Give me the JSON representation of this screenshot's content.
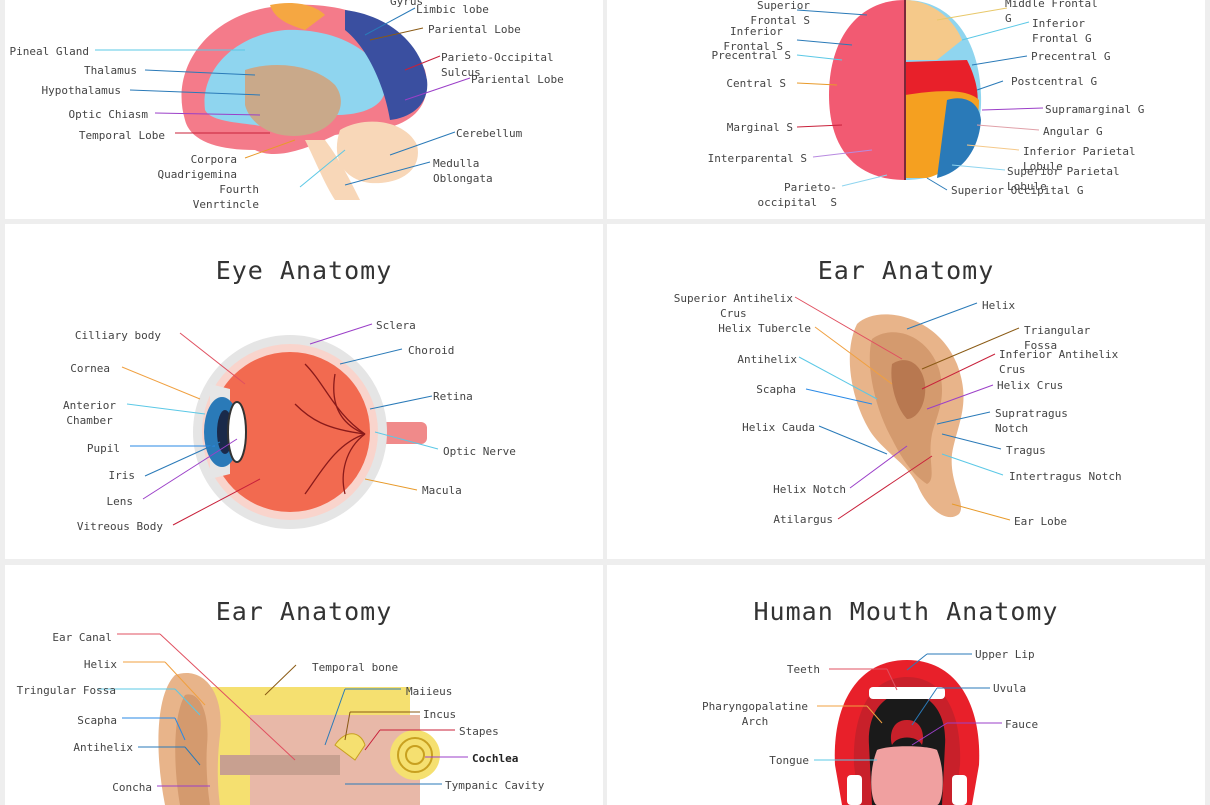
{
  "brain_sagittal": {
    "labels": {
      "gyrus": "Gyrus",
      "limbic_lobe": "Limbic lobe",
      "pariental_lobe_1": "Pariental Lobe",
      "parieto_occipital": "Parieto-Occipital\nSulcus",
      "pariental_lobe_2": "Pariental Lobe",
      "cerebellum": "Cerebellum",
      "medulla": "Medulla\nOblongata",
      "pineal": "Pineal Gland",
      "thalamus": "Thalamus",
      "hypothalamus": "Hypothalamus",
      "optic_chiasm": "Optic Chiasm",
      "temporal_lobe": "Temporal Lobe",
      "corpora": "Corpora\nQuadrigemina",
      "fourth": "Fourth\nVenrtincle"
    }
  },
  "brain_top": {
    "labels": {
      "superior_frontal": "Superior\nFrontal S",
      "inferior_frontal_s": "Inferior\nFrontal S",
      "precentral_s": "Precentral S",
      "central_s": "Central S",
      "marginal_s": "Marginal S",
      "interparental_s": "Interparental S",
      "parieto_occipital_s": "Parieto-\noccipital  S",
      "middle_frontal": "Middle Frontal\nG",
      "inferior_frontal_g": "Inferior\nFrontal G",
      "precentral_g": "Precentral G",
      "postcentral_g": "Postcentral G",
      "supramarginal_g": "Supramarginal G",
      "angular_g": "Angular G",
      "inferior_parietal": "Inferior Parietal\nLobule",
      "superior_parietal": "Superior Parietal\nLobule",
      "superior_occipital": "Superior Occipital G"
    }
  },
  "eye": {
    "title": "Eye Anatomy",
    "labels": {
      "cilliary": "Cilliary body",
      "cornea": "Cornea",
      "anterior": "Anterior\nChamber",
      "pupil": "Pupil",
      "iris": "Iris",
      "lens": "Lens",
      "vitreous": "Vitreous Body",
      "sclera": "Sclera",
      "choroid": "Choroid",
      "retina": "Retina",
      "optic_nerve": "Optic Nerve",
      "macula": "Macula"
    }
  },
  "ear_outer": {
    "title": "Ear Anatomy",
    "labels": {
      "superior_antihelix": "Superior Antihelix\nCrus",
      "helix_tubercle": "Helix Tubercle",
      "antihelix": "Antihelix",
      "scapha": "Scapha",
      "helix_cauda": "Helix Cauda",
      "helix_notch": "Helix Notch",
      "atilargus": "Atilargus",
      "helix": "Helix",
      "triangular_fossa": "Triangular\nFossa",
      "inferior_antihelix": "Inferior Antihelix\nCrus",
      "helix_crus": "Helix Crus",
      "supratragus": "Supratragus\nNotch",
      "tragus": "Tragus",
      "intertragus": "Intertragus Notch",
      "ear_lobe": "Ear Lobe"
    }
  },
  "ear_inner": {
    "title": "Ear Anatomy",
    "labels": {
      "ear_canal": "Ear Canal",
      "helix": "Helix",
      "tringular_fossa": "Tringular Fossa",
      "scapha": "Scapha",
      "antihelix": "Antihelix",
      "concha": "Concha",
      "temporal_bone": "Temporal bone",
      "malleus": "Maiieus",
      "incus": "Incus",
      "stapes": "Stapes",
      "cochlea": "Cochlea",
      "tympanic": "Tympanic Cavity"
    }
  },
  "mouth": {
    "title": "Human Mouth Anatomy",
    "labels": {
      "teeth": "Teeth",
      "pharyngopalatine": "Pharyngopalatine\nArch",
      "tongue": "Tongue",
      "upper_lip": "Upper Lip",
      "uvula": "Uvula",
      "fauce": "Fauce"
    }
  }
}
